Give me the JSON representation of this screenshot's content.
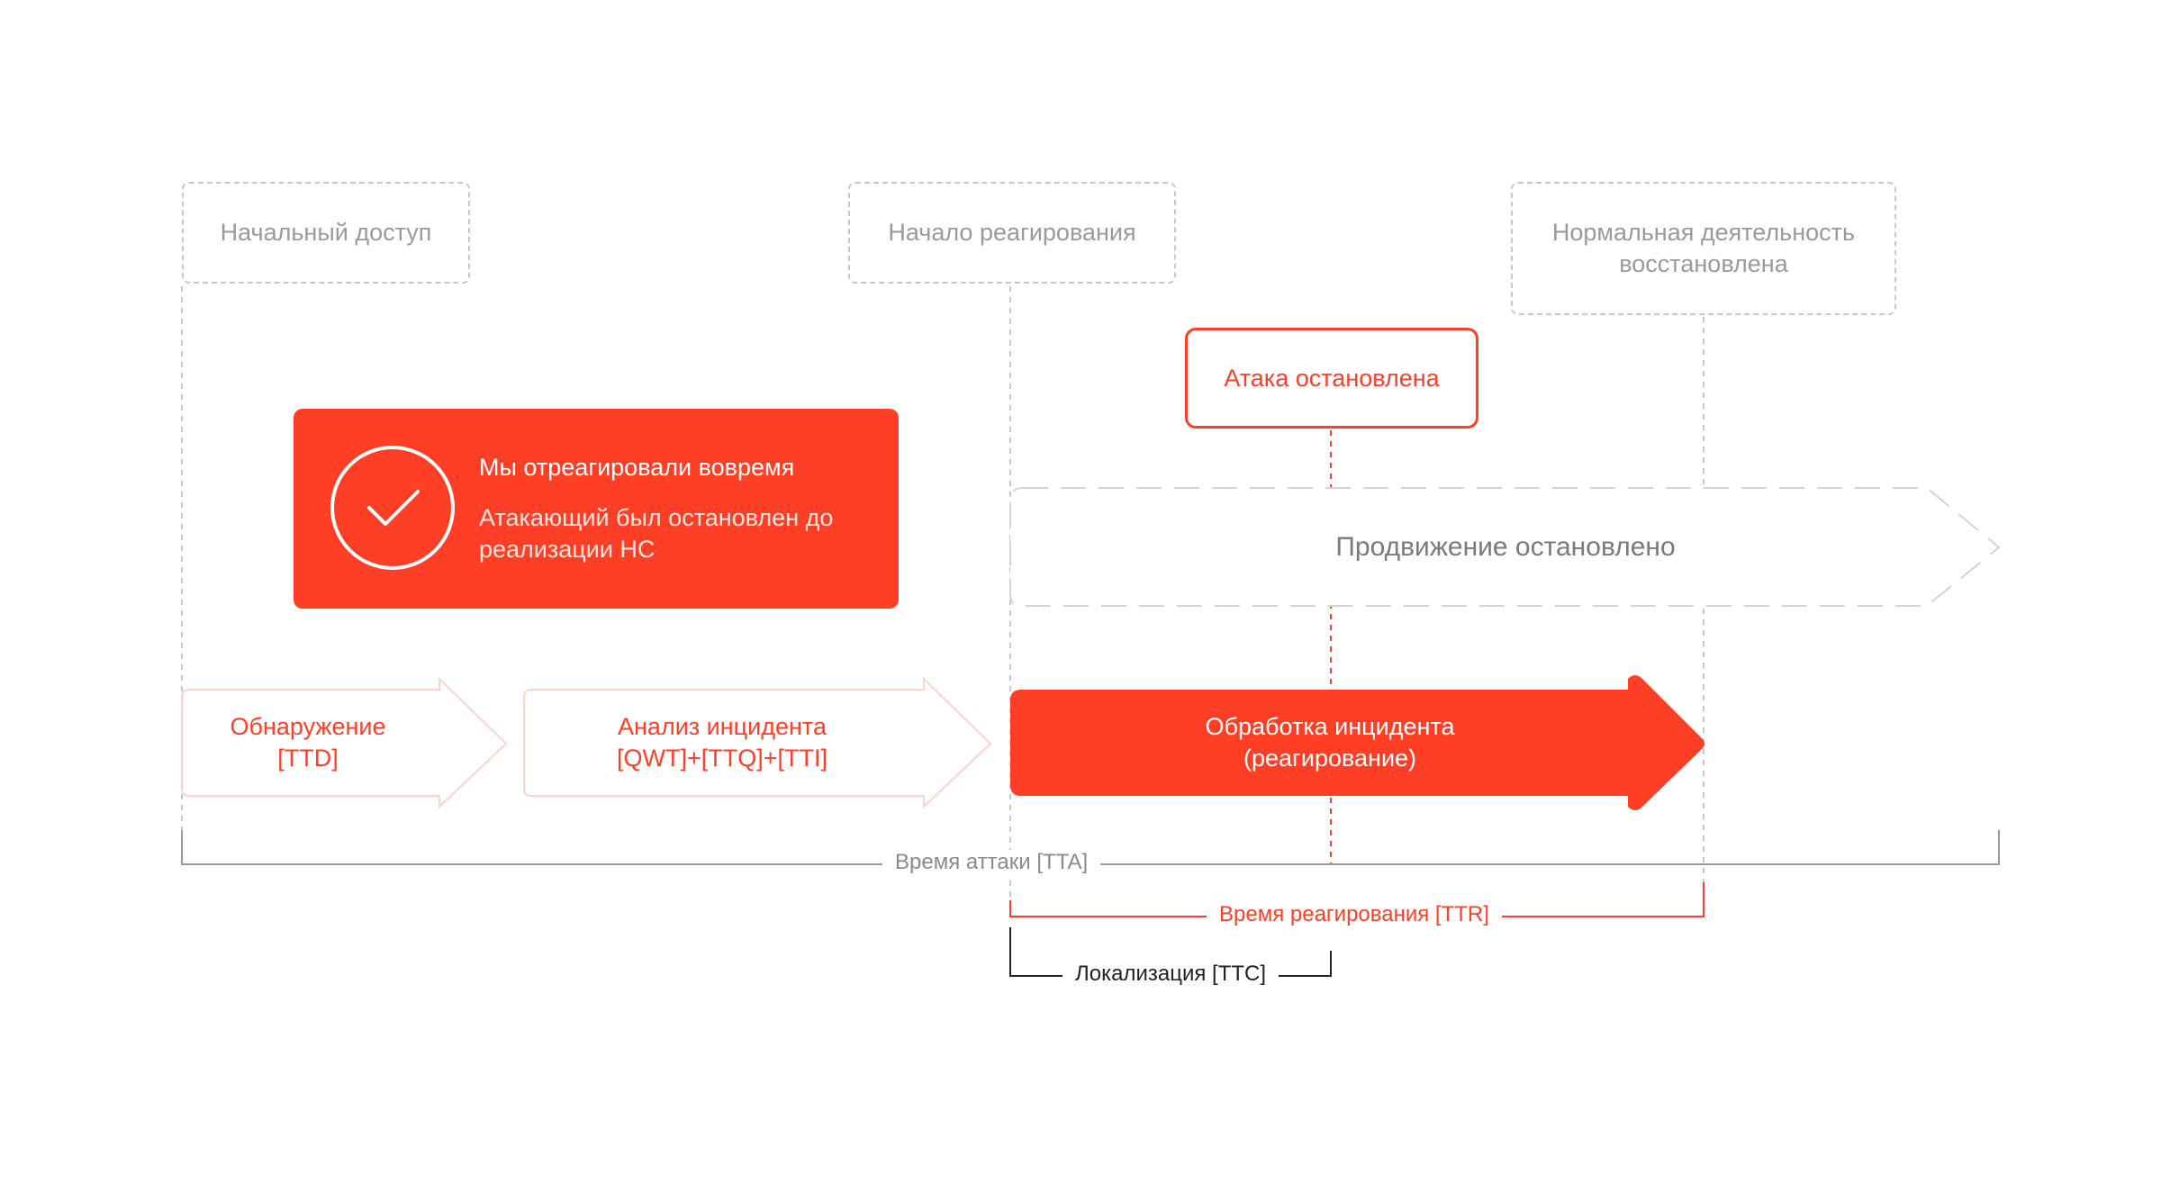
{
  "milestones": {
    "initial_access": "Начальный доступ",
    "response_start": "Начало реагирования",
    "normal_restored": "Нормальная деятельность восстановлена"
  },
  "attack_stopped": "Атака остановлена",
  "card": {
    "title": "Мы отреагировали вовремя",
    "text": "Атакающий был остановлен до реализации НС"
  },
  "progress_stopped": "Продвижение остановлено",
  "stages": {
    "detection": {
      "line1": "Обнаружение",
      "line2": "[TTD]"
    },
    "analysis": {
      "line1": "Анализ инцидента",
      "line2": "[QWT]+[TTQ]+[TTI]"
    },
    "handling": {
      "line1": "Обработка инцидента",
      "line2": "(реагирование)"
    }
  },
  "brackets": {
    "tta": "Время аттаки [TTA]",
    "ttr": "Время реагирования [TTR]",
    "ttc": "Локализация [TTC]"
  },
  "colors": {
    "accent": "#ff3e26",
    "muted_border": "#c8c8c8",
    "muted_text": "#9a9a9a",
    "dark": "#222222"
  }
}
